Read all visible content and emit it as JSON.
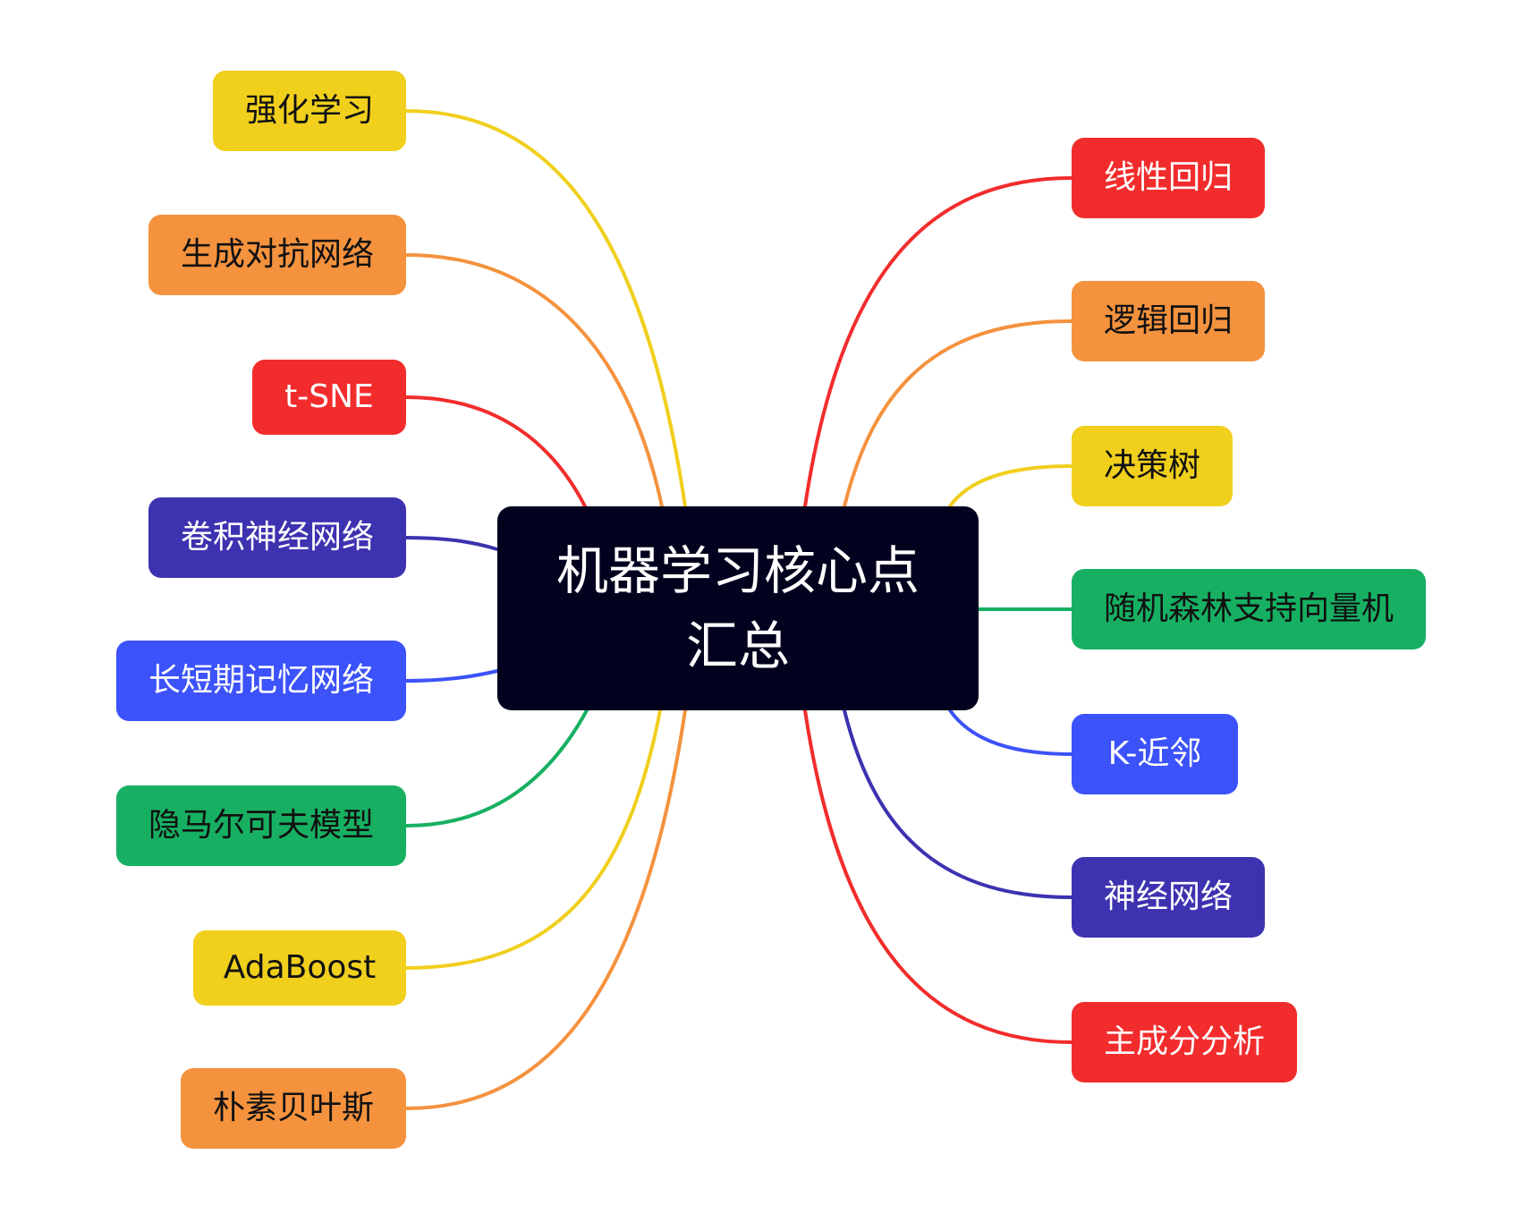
{
  "diagram": {
    "central": {
      "label": "机器学习核心点汇总",
      "bg": "#02021e",
      "fg": "#ffffff"
    },
    "left_nodes": [
      {
        "label": "强化学习",
        "bg": "#f0cf1d",
        "fg": "#111111"
      },
      {
        "label": "生成对抗网络",
        "bg": "#f4923e",
        "fg": "#111111"
      },
      {
        "label": "t-SNE",
        "bg": "#f22c2c",
        "fg": "#ffffff"
      },
      {
        "label": "卷积神经网络",
        "bg": "#3d32b0",
        "fg": "#ffffff"
      },
      {
        "label": "长短期记忆网络",
        "bg": "#3c52fa",
        "fg": "#ffffff"
      },
      {
        "label": "隐马尔可夫模型",
        "bg": "#17b062",
        "fg": "#111111"
      },
      {
        "label": "AdaBoost",
        "bg": "#f0cf1d",
        "fg": "#111111"
      },
      {
        "label": "朴素贝叶斯",
        "bg": "#f4923e",
        "fg": "#111111"
      }
    ],
    "right_nodes": [
      {
        "label": "线性回归",
        "bg": "#f22c2c",
        "fg": "#ffffff"
      },
      {
        "label": "逻辑回归",
        "bg": "#f4923e",
        "fg": "#111111"
      },
      {
        "label": "决策树",
        "bg": "#f0cf1d",
        "fg": "#111111"
      },
      {
        "label": "随机森林支持向量机",
        "bg": "#17b062",
        "fg": "#111111"
      },
      {
        "label": "K-近邻",
        "bg": "#3c52fa",
        "fg": "#ffffff"
      },
      {
        "label": "神经网络",
        "bg": "#3d32b0",
        "fg": "#ffffff"
      },
      {
        "label": "主成分分析",
        "bg": "#f22c2c",
        "fg": "#ffffff"
      }
    ]
  }
}
